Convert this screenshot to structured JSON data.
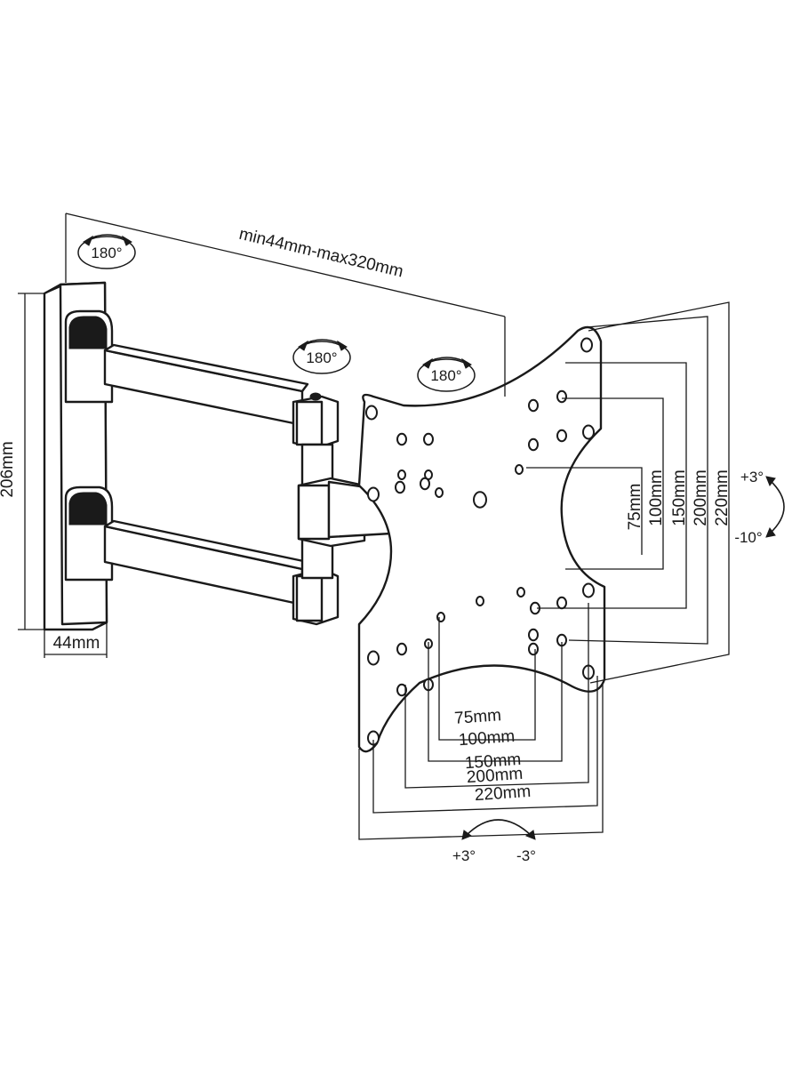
{
  "rotation": {
    "wall_swivel": "180°",
    "arm_swivel": "180°",
    "head_swivel": "180°"
  },
  "dimensions": {
    "extension": "min44mm-max320mm",
    "wall_height": "206mm",
    "wall_depth": "44mm"
  },
  "vesa": {
    "horizontal": [
      "75mm",
      "100mm",
      "150mm",
      "200mm",
      "220mm"
    ],
    "vertical": [
      "75mm",
      "100mm",
      "150mm",
      "200mm",
      "220mm"
    ]
  },
  "tilt": {
    "up": "+3°",
    "down": "-10°"
  },
  "level": {
    "plus": "+3°",
    "minus": "-3°"
  }
}
